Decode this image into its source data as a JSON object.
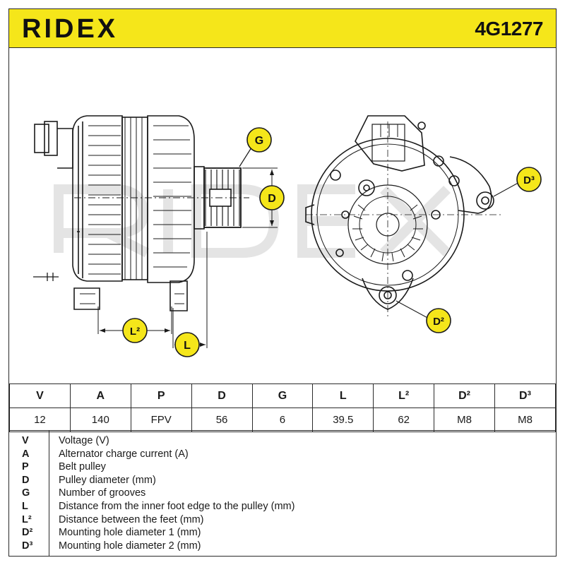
{
  "brand": "RIDEX",
  "part_number": "4G1277",
  "callouts": {
    "g": "G",
    "d": "D",
    "l2": "L²",
    "l": "L",
    "d2": "D²",
    "d3": "D³"
  },
  "spec_table": {
    "headers": [
      "V",
      "A",
      "P",
      "D",
      "G",
      "L",
      "L²",
      "D²",
      "D³"
    ],
    "values": [
      "12",
      "140",
      "FPV",
      "56",
      "6",
      "39.5",
      "62",
      "M8",
      "M8"
    ]
  },
  "legend": [
    {
      "symbol": "V",
      "text": "Voltage (V)"
    },
    {
      "symbol": "A",
      "text": "Alternator charge current (A)"
    },
    {
      "symbol": "P",
      "text": "Belt pulley"
    },
    {
      "symbol": "D",
      "text": "Pulley diameter (mm)"
    },
    {
      "symbol": "G",
      "text": "Number of grooves"
    },
    {
      "symbol": "L",
      "text": "Distance from the inner foot edge to the pulley (mm)"
    },
    {
      "symbol": "L²",
      "text": "Distance between the feet (mm)"
    },
    {
      "symbol": "D²",
      "text": "Mounting hole diameter 1 (mm)"
    },
    {
      "symbol": "D³",
      "text": "Mounting hole diameter 2 (mm)"
    }
  ],
  "colors": {
    "header": "#f5e61a",
    "callout": "#f5e61a",
    "line": "#1a1a1a"
  }
}
